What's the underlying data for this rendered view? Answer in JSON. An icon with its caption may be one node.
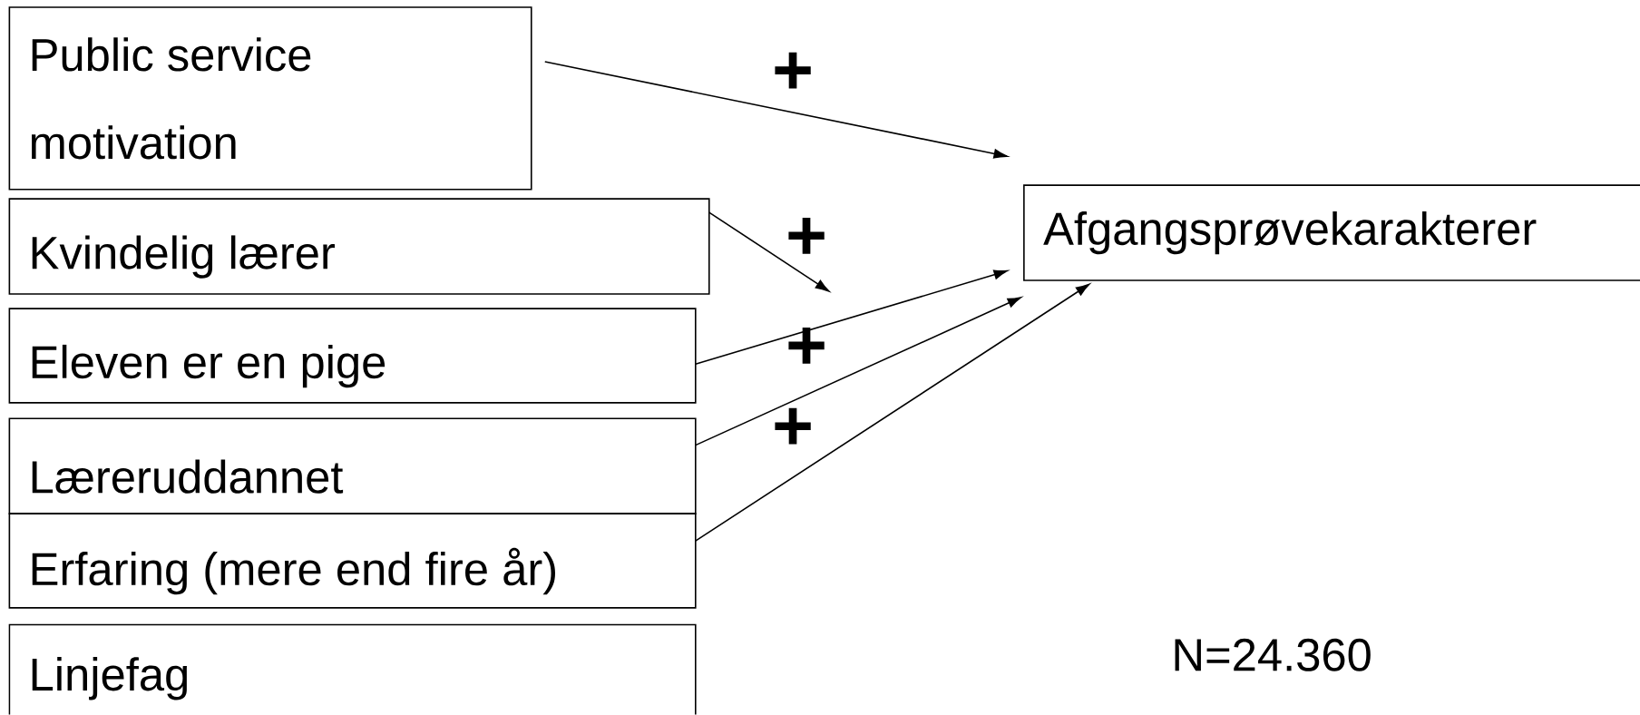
{
  "diagram": {
    "nodes": [
      {
        "text": [
          "Public service motivation"
        ]
      },
      {
        "text": [
          "Kvindelig lærer"
        ]
      },
      {
        "text": [
          "Eleven er en pige"
        ]
      },
      {
        "text": [
          "Læreruddannet"
        ]
      },
      {
        "text": [
          "Erfaring (mere end fire år)"
        ]
      },
      {
        "text": [
          "Linjefag"
        ]
      },
      {
        "text": [
          "Afgangsprøvekarakterer"
        ]
      }
    ],
    "edges": [
      {
        "from": 0,
        "to": 6,
        "arrow": "to"
      },
      {
        "from": 1,
        "to": null,
        "arrow": "to"
      },
      {
        "from": 2,
        "to": 6,
        "arrow": "to"
      },
      {
        "from": 3,
        "to": 6,
        "arrow": "to"
      },
      {
        "from": 4,
        "to": 6,
        "arrow": "to"
      }
    ],
    "labels": [
      "+",
      "+",
      "+",
      "+",
      "N=24.360"
    ]
  }
}
